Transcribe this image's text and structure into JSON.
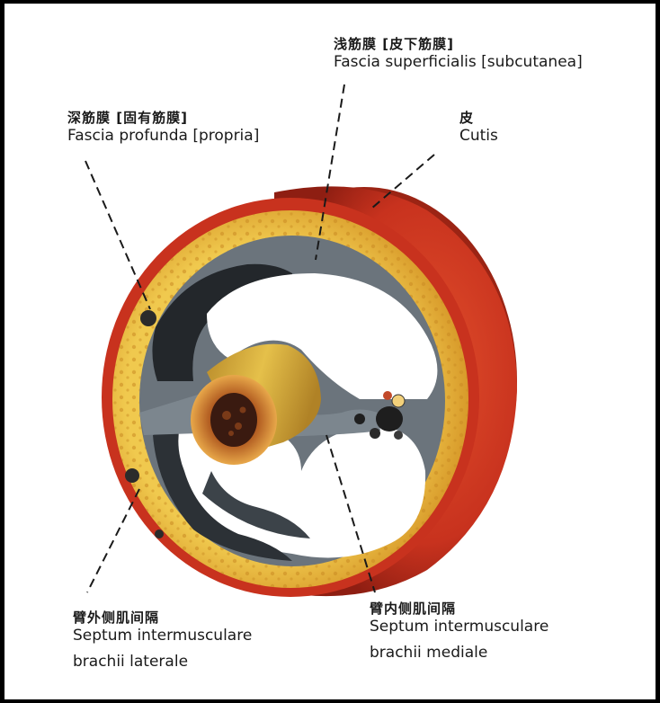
{
  "labels": {
    "superficial_fascia": {
      "zh": "浅筋膜 [皮下筋膜]",
      "latin": "Fascia superficialis [subcutanea]"
    },
    "cutis": {
      "zh": "皮",
      "latin": "Cutis"
    },
    "deep_fascia": {
      "zh": "深筋膜 [固有筋膜]",
      "latin": "Fascia profunda [propria]"
    },
    "septum_lateral": {
      "zh": "臂外侧肌间隔",
      "latin_line1": "Septum intermusculare",
      "latin_line2": "brachii laterale"
    },
    "septum_medial": {
      "zh": "臂内侧肌间隔",
      "latin_line1": "Septum intermusculare",
      "latin_line2": "brachii mediale"
    }
  },
  "colors": {
    "skin": "#c8321e",
    "fat": "#e8b43a",
    "fascia": "#5c6670",
    "muscle_space": "#2a2e33",
    "bone": "#d99a3c",
    "marrow": "#3a1a10"
  }
}
